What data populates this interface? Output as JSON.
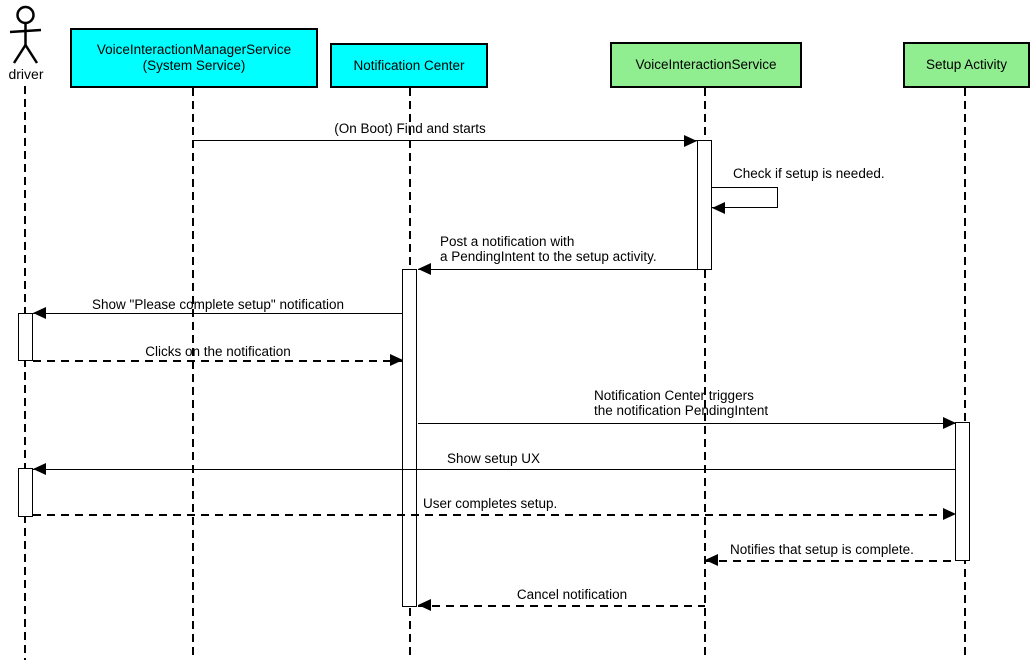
{
  "diagram": {
    "type": "uml-sequence",
    "colors": {
      "system_service_fill": "#00FFFF",
      "app_component_fill": "#90EE90",
      "stroke": "#000000",
      "background": "#FFFFFF"
    },
    "participants": {
      "driver": {
        "label": "driver",
        "kind": "actor"
      },
      "manager_service": {
        "label": "VoiceInteractionManagerService\n(System Service)",
        "kind": "system-service"
      },
      "notification_center": {
        "label": "Notification Center",
        "kind": "system-service"
      },
      "voice_interaction_service": {
        "label": "VoiceInteractionService",
        "kind": "app-component"
      },
      "setup_activity": {
        "label": "Setup Activity",
        "kind": "app-component"
      }
    },
    "messages": {
      "on_boot": {
        "text": "(On Boot) Find and starts",
        "from": "VoiceInteractionManagerService (System Service)",
        "to": "VoiceInteractionService",
        "line": "solid"
      },
      "check_setup": {
        "text": "Check if setup is needed.",
        "from": "VoiceInteractionService",
        "to": "VoiceInteractionService",
        "line": "solid"
      },
      "post_notification": {
        "text": "Post a notification with\na PendingIntent to the setup activity.",
        "from": "VoiceInteractionService",
        "to": "Notification Center",
        "line": "solid"
      },
      "show_notification": {
        "text": "Show \"Please complete setup\" notification",
        "from": "Notification Center",
        "to": "driver",
        "line": "solid"
      },
      "click_notification": {
        "text": "Clicks on the notification",
        "from": "driver",
        "to": "Notification Center",
        "line": "dashed"
      },
      "trigger_pending_intent": {
        "text": "Notification Center triggers\nthe notification PendingIntent",
        "from": "Notification Center",
        "to": "Setup Activity",
        "line": "solid"
      },
      "show_setup_ux": {
        "text": "Show setup UX",
        "from": "Setup Activity",
        "to": "driver",
        "line": "solid"
      },
      "user_completes_setup": {
        "text": "User completes setup.",
        "from": "driver",
        "to": "Setup Activity",
        "line": "dashed"
      },
      "notify_setup_complete": {
        "text": "Notifies that setup is complete.",
        "from": "Setup Activity",
        "to": "VoiceInteractionService",
        "line": "dashed"
      },
      "cancel_notification": {
        "text": "Cancel notification",
        "from": "VoiceInteractionService",
        "to": "Notification Center",
        "line": "dashed"
      }
    }
  }
}
